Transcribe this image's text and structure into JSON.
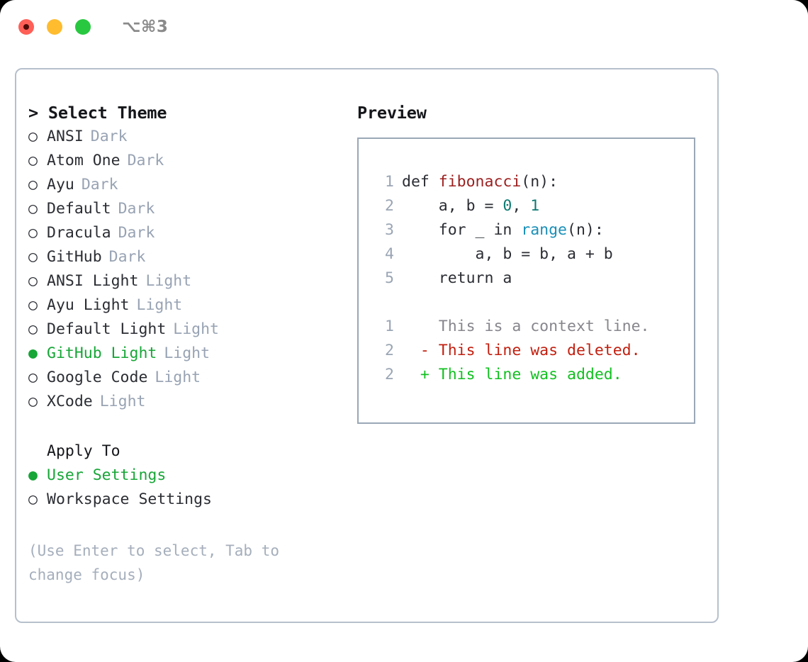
{
  "titlebar": {
    "shortcut": "⌥⌘3",
    "lights": [
      "close-red",
      "minimize-yellow",
      "maximize-green"
    ]
  },
  "left": {
    "prompt": "> ",
    "heading": "Select Theme",
    "bullet_unselected": "○",
    "bullet_selected": "●",
    "themes": [
      {
        "name": "ANSI",
        "tag": "Dark",
        "selected": false
      },
      {
        "name": "Atom One",
        "tag": "Dark",
        "selected": false
      },
      {
        "name": "Ayu",
        "tag": "Dark",
        "selected": false
      },
      {
        "name": "Default",
        "tag": "Dark",
        "selected": false
      },
      {
        "name": "Dracula",
        "tag": "Dark",
        "selected": false
      },
      {
        "name": "GitHub",
        "tag": "Dark",
        "selected": false
      },
      {
        "name": "ANSI Light",
        "tag": "Light",
        "selected": false
      },
      {
        "name": "Ayu Light",
        "tag": "Light",
        "selected": false
      },
      {
        "name": "Default Light",
        "tag": "Light",
        "selected": false
      },
      {
        "name": "GitHub Light",
        "tag": "Light",
        "selected": true
      },
      {
        "name": "Google Code",
        "tag": "Light",
        "selected": false
      },
      {
        "name": "XCode",
        "tag": "Light",
        "selected": false
      }
    ],
    "apply_to": {
      "heading": "Apply To",
      "options": [
        {
          "name": "User Settings",
          "selected": true
        },
        {
          "name": "Workspace Settings",
          "selected": false
        }
      ]
    },
    "hint": "(Use Enter to select, Tab to change focus)"
  },
  "right": {
    "title": "Preview",
    "code": [
      {
        "no": "1",
        "parts": [
          {
            "t": "def ",
            "c": "code-txt"
          },
          {
            "t": "fibonacci",
            "c": "tok-fn"
          },
          {
            "t": "(n):",
            "c": "code-txt"
          }
        ]
      },
      {
        "no": "2",
        "parts": [
          {
            "t": "    a, b = ",
            "c": "code-txt"
          },
          {
            "t": "0",
            "c": "tok-num"
          },
          {
            "t": ", ",
            "c": "code-txt"
          },
          {
            "t": "1",
            "c": "tok-num"
          }
        ]
      },
      {
        "no": "3",
        "parts": [
          {
            "t": "    for _ in ",
            "c": "code-txt"
          },
          {
            "t": "range",
            "c": "tok-call"
          },
          {
            "t": "(n):",
            "c": "code-txt"
          }
        ]
      },
      {
        "no": "4",
        "parts": [
          {
            "t": "        a, b = b, a + b",
            "c": "code-txt"
          }
        ]
      },
      {
        "no": "5",
        "parts": [
          {
            "t": "    return a",
            "c": "code-txt"
          }
        ]
      }
    ],
    "diff": [
      {
        "no": "1",
        "marker": " ",
        "text": " This is a context line.",
        "kind": "diff-ctx"
      },
      {
        "no": "2",
        "marker": "-",
        "text": " This line was deleted.",
        "kind": "diff-del"
      },
      {
        "no": "2",
        "marker": "+",
        "text": " This line was added.",
        "kind": "diff-add"
      }
    ]
  },
  "colors": {
    "accent_green": "#17a637",
    "muted": "#98a3b3",
    "border": "#b6c0cc",
    "panel_border": "#9aa7b6",
    "fn_red": "#9c1f1f",
    "number_teal": "#0d7a72",
    "call_blue": "#1a8fb8",
    "diff_added": "#12c021",
    "diff_removed": "#c21f0f",
    "light_red": "#ff5f57",
    "light_yellow": "#febc2e",
    "light_green": "#28c840"
  }
}
